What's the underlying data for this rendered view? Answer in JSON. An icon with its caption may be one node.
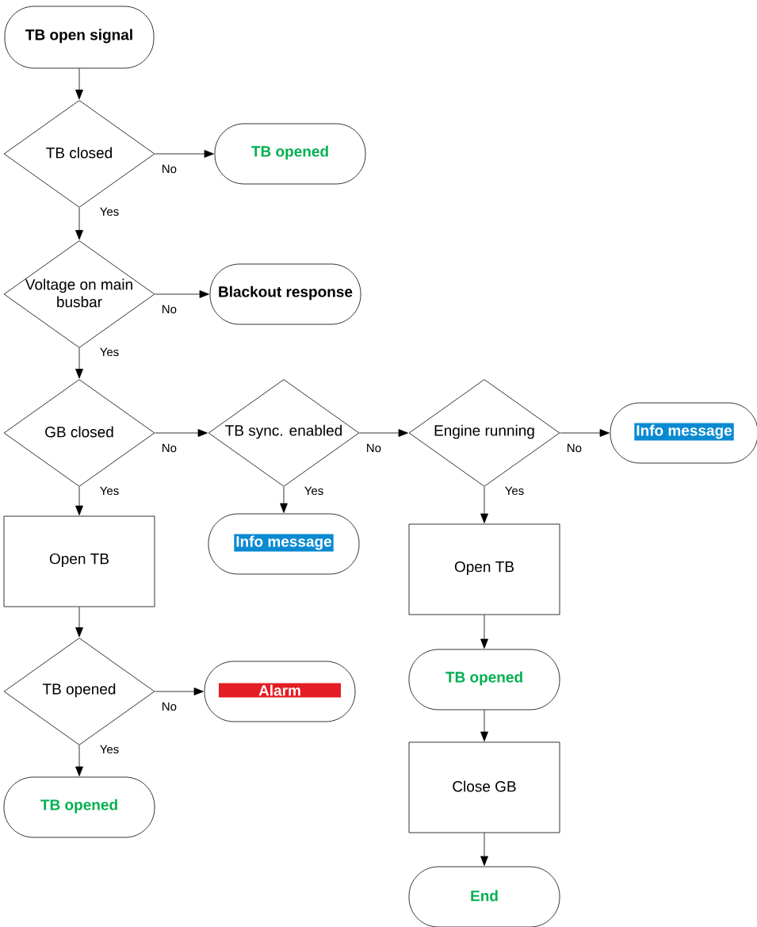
{
  "diagram": {
    "nodes": [
      {
        "text": [
          "TB open signal"
        ]
      },
      {
        "text": [
          "TB closed"
        ]
      },
      {
        "text": [
          "TB opened"
        ]
      },
      {
        "text": [
          "Voltage on main busbar"
        ]
      },
      {
        "text": [
          "Blackout response"
        ]
      },
      {
        "text": [
          "GB closed"
        ]
      },
      {
        "text": [
          "TB sync. enabled"
        ]
      },
      {
        "text": [
          "Engine running"
        ]
      },
      {
        "text": [
          "Info message"
        ]
      },
      {
        "text": [
          "Info message"
        ]
      },
      {
        "text": [
          "Open TB"
        ]
      },
      {
        "text": [
          "Open TB"
        ]
      },
      {
        "text": [
          "TB opened"
        ]
      },
      {
        "text": [
          "Alarm"
        ]
      },
      {
        "text": [
          "TB opened"
        ]
      },
      {
        "text": [
          "TB opened"
        ]
      },
      {
        "text": [
          "Close GB"
        ]
      },
      {
        "text": [
          "End"
        ]
      }
    ],
    "edges": [
      {
        "from": 0,
        "to": 1,
        "arrow": "to"
      },
      {
        "from": 1,
        "to": 2,
        "arrow": "to",
        "label": "No"
      },
      {
        "from": 1,
        "to": 3,
        "arrow": "to",
        "label": "Yes"
      },
      {
        "from": 3,
        "to": 4,
        "arrow": "to",
        "label": "No"
      },
      {
        "from": 3,
        "to": 5,
        "arrow": "to",
        "label": "Yes"
      },
      {
        "from": 5,
        "to": 6,
        "arrow": "to",
        "label": "No"
      },
      {
        "from": 5,
        "to": 10,
        "arrow": "to",
        "label": "Yes"
      },
      {
        "from": 6,
        "to": 7,
        "arrow": "to",
        "label": "No"
      },
      {
        "from": 6,
        "to": 9,
        "arrow": "to",
        "label": "Yes"
      },
      {
        "from": 7,
        "to": 8,
        "arrow": "to",
        "label": "No"
      },
      {
        "from": 7,
        "to": 11,
        "arrow": "to",
        "label": "Yes"
      },
      {
        "from": 10,
        "to": 12,
        "arrow": "to"
      },
      {
        "from": 12,
        "to": 13,
        "arrow": "to",
        "label": "No"
      },
      {
        "from": 12,
        "to": 14,
        "arrow": "to",
        "label": "Yes"
      },
      {
        "from": 11,
        "to": 15,
        "arrow": "to"
      },
      {
        "from": 15,
        "to": 16,
        "arrow": "to"
      },
      {
        "from": 16,
        "to": 17,
        "arrow": "to"
      }
    ]
  }
}
